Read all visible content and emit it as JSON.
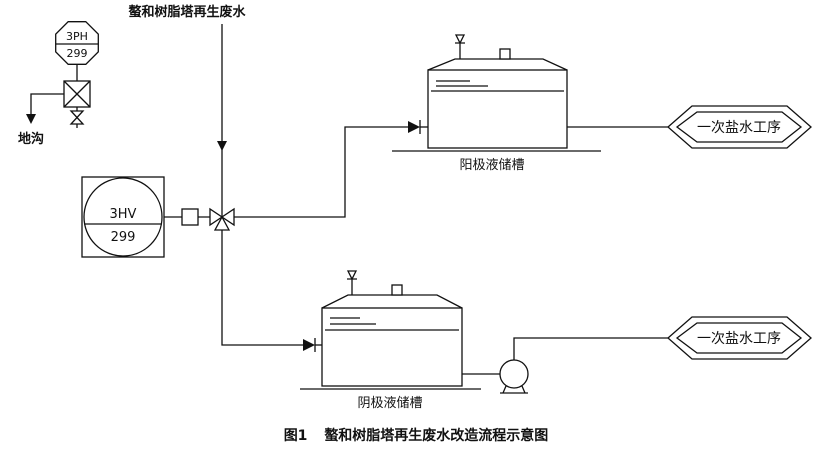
{
  "style": {
    "line_color": "#111111",
    "background": "#ffffff"
  },
  "diagram": {
    "feed_label": "螯和树脂塔再生废水",
    "ph_analyzer": {
      "line1": "3PH",
      "line2": "299"
    },
    "hand_valve": {
      "line1": "3HV",
      "line2": "299"
    },
    "drain_label": "地沟",
    "anolyte_tank_label": "阳极液储槽",
    "catholyte_tank_label": "阴极液储槽",
    "process_box_top_label": "一次盐水工序",
    "process_box_bottom_label": "一次盐水工序",
    "caption": {
      "figure_no": "图1",
      "title": "螯和树脂塔再生废水改造流程示意图"
    }
  }
}
